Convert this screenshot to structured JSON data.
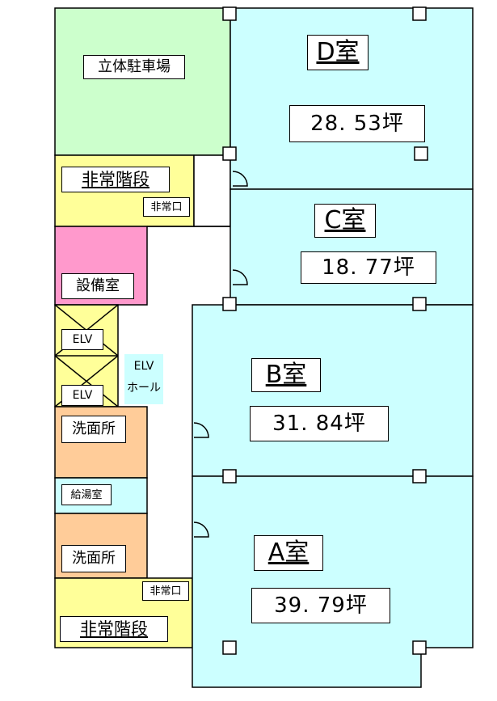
{
  "rooms": {
    "d": {
      "name": "D室",
      "area": "28. 53坪",
      "color": "#ccffff"
    },
    "c": {
      "name": "C室",
      "area": "18. 77坪",
      "color": "#ccffff"
    },
    "b": {
      "name": "B室",
      "area": "31. 84坪",
      "color": "#ccffff"
    },
    "a": {
      "name": "A室",
      "area": "39. 79坪",
      "color": "#ccffff"
    }
  },
  "facilities": {
    "parking": {
      "label": "立体駐車場",
      "color": "#ccffcc"
    },
    "stairs_upper": {
      "label": "非常階段",
      "color": "#ffff99"
    },
    "exit_upper": {
      "label": "非常口"
    },
    "equipment": {
      "label": "設備室",
      "color": "#ff99cc"
    },
    "elv_upper": {
      "label": "ELV",
      "color": "#ffff99"
    },
    "elv_lower": {
      "label": "ELV"
    },
    "elv_hall_1": {
      "label": "ELV"
    },
    "elv_hall_2": {
      "label": "ホール"
    },
    "washroom_upper": {
      "label": "洗面所",
      "color": "#ffcc99"
    },
    "kitchenette": {
      "label": "給湯室",
      "color": "#ccffff"
    },
    "washroom_lower": {
      "label": "洗面所",
      "color": "#ffcc99"
    },
    "exit_lower": {
      "label": "非常口"
    },
    "stairs_lower": {
      "label": "非常階段",
      "color": "#ffff99"
    }
  }
}
